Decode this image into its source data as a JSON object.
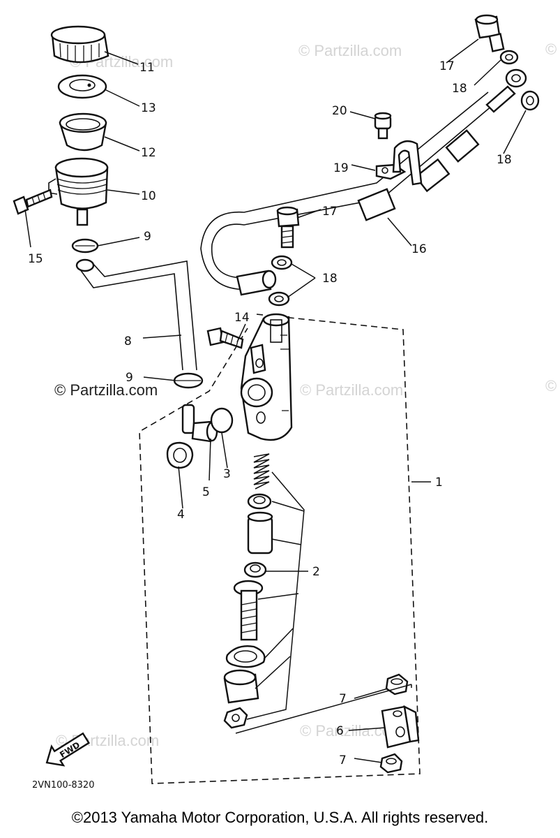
{
  "watermarks": {
    "w1": "© Partzilla.com",
    "w2": "© Partzilla.com",
    "w3": "© Partzilla.com",
    "w4": "© Partzilla.com",
    "w5": "© Partzilla.com",
    "w6": "© Partzilla.com",
    "w7": "©",
    "w8": "©"
  },
  "diagram_code": "2VN100-8320",
  "fwd_label": "FWD",
  "callouts": {
    "c1": "1",
    "c2": "2",
    "c3": "3",
    "c4": "4",
    "c5": "5",
    "c6": "6",
    "c7a": "7",
    "c7b": "7",
    "c8": "8",
    "c9a": "9",
    "c9b": "9",
    "c10": "10",
    "c11": "11",
    "c12": "12",
    "c13": "13",
    "c14": "14",
    "c15": "15",
    "c16": "16",
    "c17a": "17",
    "c17b": "17",
    "c18a": "18",
    "c18b": "18",
    "c18c": "18",
    "c19": "19",
    "c20": "20"
  },
  "copyright": "©2013 Yamaha Motor Corporation, U.S.A. All rights reserved."
}
